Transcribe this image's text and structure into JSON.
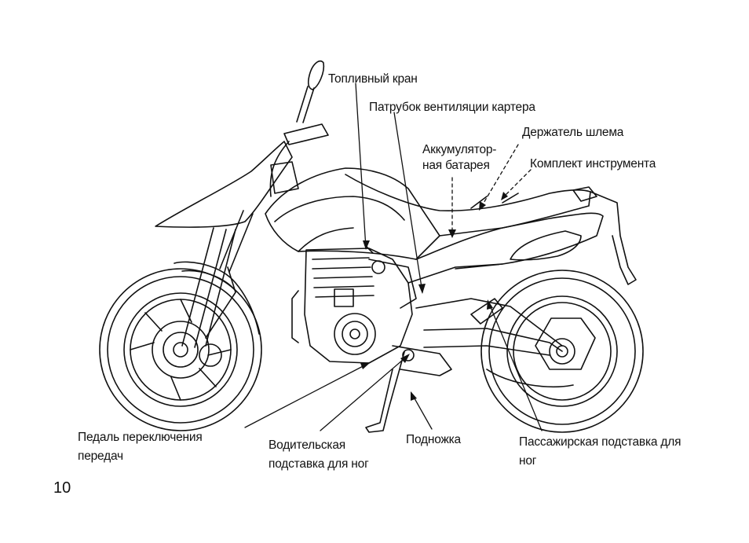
{
  "labels": {
    "fuel_valve": "Топливный кран",
    "crankcase_breather": "Патрубок вентиляции картера",
    "helmet_holder": "Держатель шлема",
    "battery_line1": "Аккумулятор-",
    "battery_line2": "ная батарея",
    "tool_kit": "Комплект инструмента",
    "gearshift_line1": "Педаль переключения",
    "gearshift_line2": "передач",
    "rider_footrest_line1": "Водительская",
    "rider_footrest_line2": "подставка для ног",
    "sidestand": "Подножка",
    "passenger_footrest_line1": "Пассажирская подставка для",
    "passenger_footrest_line2": "ног"
  },
  "page": {
    "number": "10"
  }
}
